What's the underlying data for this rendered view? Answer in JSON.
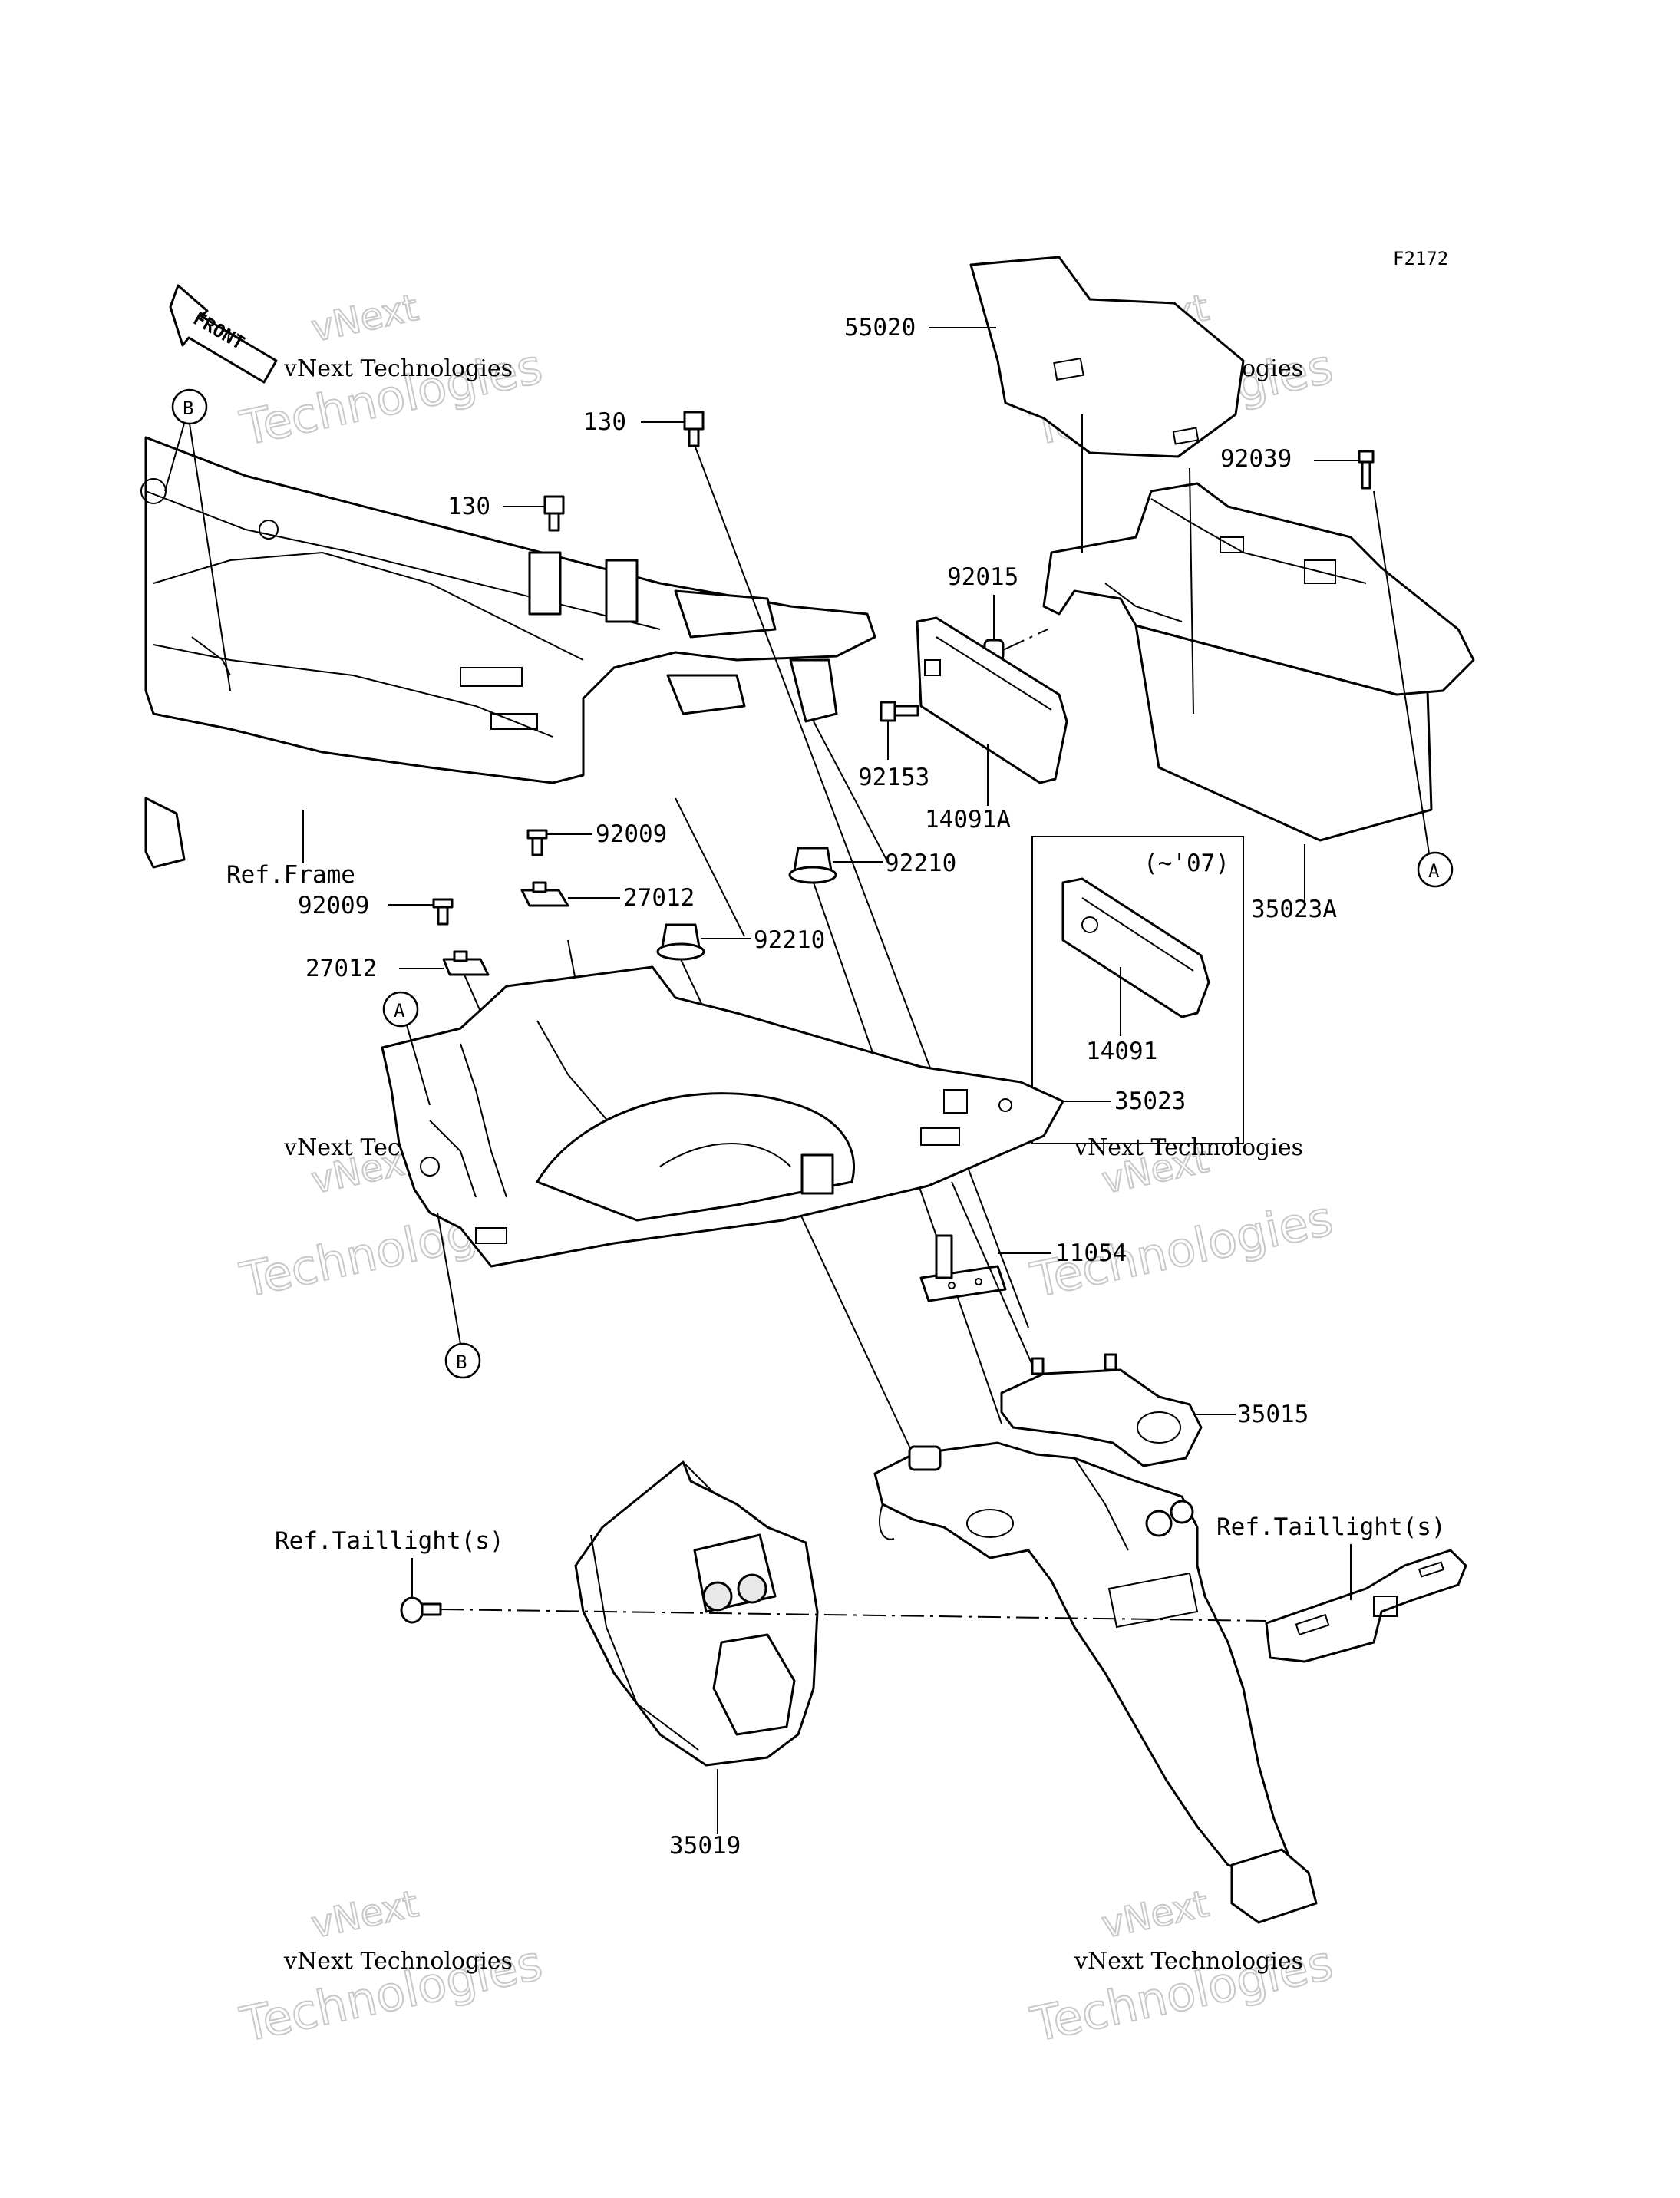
{
  "figure_code": "F2172",
  "front_arrow_label": "FRONT",
  "watermark": {
    "line1": "vNext",
    "line2": "vNext Technologies",
    "line3": "Technologies"
  },
  "callouts": {
    "ref_frame": "Ref.Frame",
    "ref_taillight_left": "Ref.Taillight(s)",
    "ref_taillight_right": "Ref.Taillight(s)",
    "variant_note": "(~'07)",
    "marker_a": "A",
    "marker_b": "B"
  },
  "part_numbers": {
    "p55020": "55020",
    "p92039": "92039",
    "p130_a": "130",
    "p130_b": "130",
    "p92015": "92015",
    "p92153": "92153",
    "p14091A": "14091A",
    "p35023A": "35023A",
    "p92009_a": "92009",
    "p92009_b": "92009",
    "p27012_a": "27012",
    "p27012_b": "27012",
    "p92210_a": "92210",
    "p92210_b": "92210",
    "p14091": "14091",
    "p35023": "35023",
    "p11054": "11054",
    "p35015": "35015",
    "p35019": "35019"
  }
}
